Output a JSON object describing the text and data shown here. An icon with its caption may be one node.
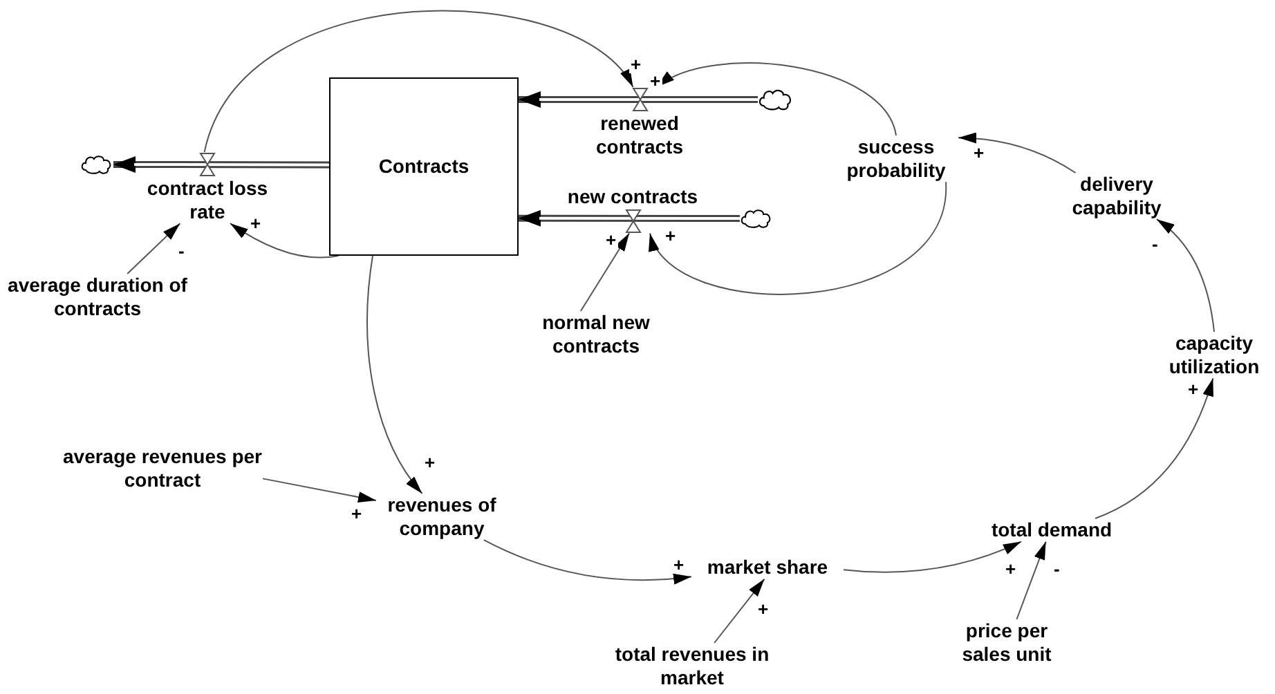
{
  "diagram": {
    "nodes": [
      {
        "text": [
          "Contracts"
        ]
      },
      {
        "text": [
          "contract loss rate"
        ]
      },
      {
        "text": [
          "renewed contracts"
        ]
      },
      {
        "text": [
          "new contracts"
        ]
      },
      {
        "text": [
          "success probability"
        ]
      },
      {
        "text": [
          "delivery capability"
        ]
      },
      {
        "text": [
          "capacity utilization"
        ]
      },
      {
        "text": [
          "total demand"
        ]
      },
      {
        "text": [
          "price per sales unit"
        ]
      },
      {
        "text": [
          "market share"
        ]
      },
      {
        "text": [
          "total revenues in market"
        ]
      },
      {
        "text": [
          "revenues of company"
        ]
      },
      {
        "text": [
          "average revenues per contract"
        ]
      },
      {
        "text": [
          "average duration of contracts"
        ]
      },
      {
        "text": [
          "normal new contracts"
        ]
      },
      {
        "text": [],
        "shape": "cloud"
      },
      {
        "text": [],
        "shape": "cloud"
      },
      {
        "text": [],
        "shape": "cloud"
      }
    ],
    "edges": [
      {
        "from": 0,
        "to": 15,
        "arrow": "to",
        "style": "thick"
      },
      {
        "from": 16,
        "to": 0,
        "arrow": "to",
        "style": "thick"
      },
      {
        "from": 17,
        "to": 0,
        "arrow": "to",
        "style": "thick"
      },
      {
        "from": 1,
        "to": 2,
        "arrow": "to",
        "label": "+"
      },
      {
        "from": 4,
        "to": 2,
        "arrow": "to",
        "label": "+"
      },
      {
        "from": 4,
        "to": 3,
        "arrow": "to",
        "label": "+"
      },
      {
        "from": 14,
        "to": 3,
        "arrow": "to",
        "label": "+"
      },
      {
        "from": 0,
        "to": 1,
        "arrow": "to",
        "label": "+"
      },
      {
        "from": 13,
        "to": 1,
        "arrow": "to",
        "label": "-"
      },
      {
        "from": 0,
        "to": 11,
        "arrow": "to",
        "label": "+"
      },
      {
        "from": 12,
        "to": 11,
        "arrow": "to",
        "label": "+"
      },
      {
        "from": 11,
        "to": 9,
        "arrow": "to",
        "label": "+"
      },
      {
        "from": 10,
        "to": 9,
        "arrow": "to",
        "label": "+"
      },
      {
        "from": 9,
        "to": 7,
        "arrow": "to",
        "label": "+"
      },
      {
        "from": 8,
        "to": 7,
        "arrow": "to",
        "label": "-"
      },
      {
        "from": 7,
        "to": 6,
        "arrow": "to",
        "label": "+"
      },
      {
        "from": 6,
        "to": 5,
        "arrow": "to",
        "label": "-"
      },
      {
        "from": 5,
        "to": 4,
        "arrow": "to",
        "label": "+"
      }
    ]
  }
}
